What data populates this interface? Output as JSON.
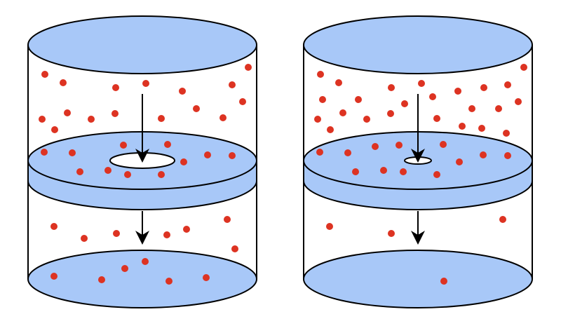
{
  "diagram": {
    "colors": {
      "fill": "#a8c8f8",
      "stroke": "#000000",
      "particle": "#dd3322",
      "background": "#ffffff",
      "hole": "#ffffff"
    },
    "cylinders": [
      {
        "id": "large-hole",
        "hole_size": "large",
        "particles_above": 20,
        "particles_in_plate": 13,
        "particles_below_free": 7,
        "particles_on_bottom": 6,
        "arrows": [
          "down-arrow-upper",
          "down-arrow-lower"
        ]
      },
      {
        "id": "small-hole",
        "hole_size": "small",
        "particles_above": 25,
        "particles_in_plate": 13,
        "particles_below_free": 3,
        "particles_on_bottom": 1,
        "arrows": [
          "down-arrow-upper",
          "down-arrow-lower"
        ]
      }
    ]
  }
}
